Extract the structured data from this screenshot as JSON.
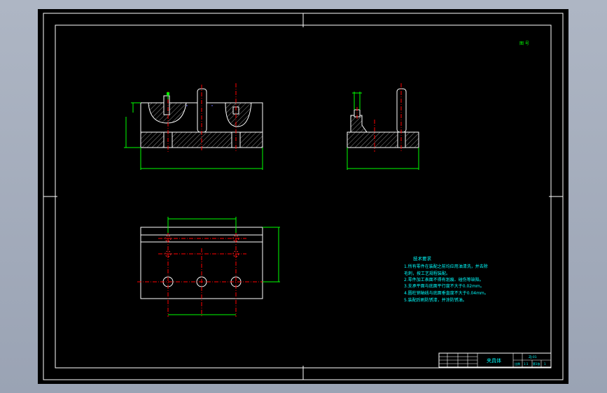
{
  "drawing": {
    "corner_mark": "图 号",
    "colors": {
      "background": "#000000",
      "outline": "#ffffff",
      "dimension": "#00ff00",
      "centerline": "#ff0000",
      "text": "#00ffff",
      "hatch": "#7a7a7a"
    }
  },
  "technical_requirements": {
    "title": "技术要求",
    "items": [
      "1.所有零件在装配之前均应用油清洗，并去除",
      "  毛刺，按工艺规程装配。",
      "2.零件加工表面不得有划痕、碰伤等缺陷。",
      "3.支承平面与底面平行度不大于0.02mm。",
      "4.圆柱销轴线与底面垂直度不大于0.04mm。",
      "5.装配后刷防锈漆，并涂防锈油。"
    ]
  },
  "title_block": {
    "name": "夹具体",
    "drawing_no": "ZJ-01",
    "scale_label": "比例",
    "scale_value": "1:1",
    "sheet_label": "第1张",
    "sheet_value": "1"
  }
}
